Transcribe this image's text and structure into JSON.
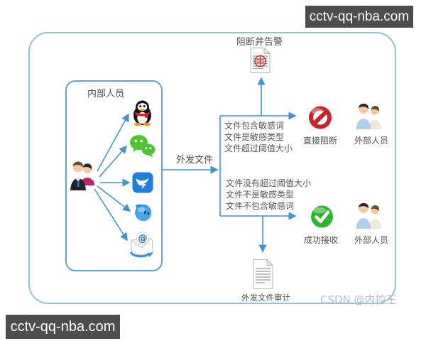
{
  "watermark": {
    "top_right": "cctv-qq-nba.com",
    "bottom_left": "cctv-qq-nba.com",
    "csdn": "CSDN @内控王"
  },
  "diagram": {
    "internal_label": "内部人员",
    "outgoing_label": "外发文件",
    "block_alert_label": "阻断并告警",
    "audit_label": "外发文件审计",
    "block_label": "直接阻断",
    "success_label": "成功接收",
    "external_label_top": "外部人员",
    "external_label_bottom": "外部人员",
    "conditions_sensitive": [
      "文件包含敏感词",
      "文件是敏感类型",
      "文件超过阈值大小"
    ],
    "conditions_safe": [
      "文件没有超过阈值大小",
      "文件不是敏感类型",
      "文件不包含敏感词"
    ],
    "icons": {
      "channels": [
        "qq-penguin-icon",
        "wechat-icon",
        "dingtalk-icon",
        "baidu-hi-drop-icon",
        "email-at-icon"
      ],
      "sender": "internal-people-pair-icon",
      "receiver": "external-people-pair-icon",
      "block": "prohibition-icon",
      "success": "check-circle-icon",
      "alert_doc": "document-stamp-icon",
      "audit_doc": "document-icon"
    },
    "colors": {
      "connector_blue": "#4494c6",
      "outer_border": "#95bfda",
      "inner_border": "#64a2d3",
      "block_red": "#c8242c",
      "success_green": "#2db52d",
      "wechat_green": "#51c332",
      "dingtalk_blue": "#1d7fdb",
      "text_gray": "#4f4f4f",
      "watermark_bg": "#4d4d4d"
    }
  }
}
